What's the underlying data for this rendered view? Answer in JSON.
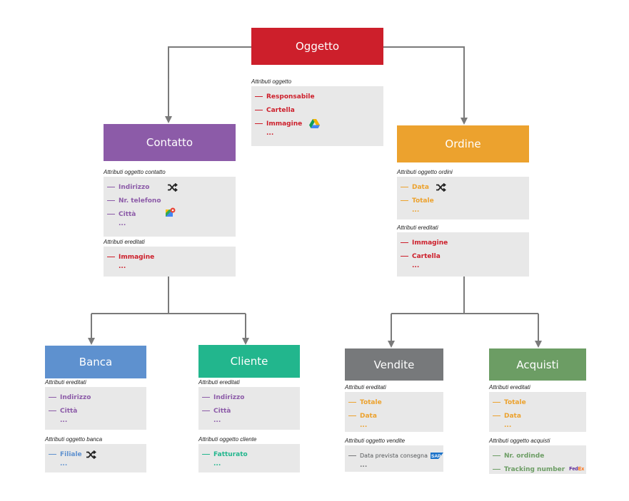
{
  "colors": {
    "oggetto": "#cd1f2b",
    "contatto": "#8c5ba8",
    "ordine": "#eca22e",
    "banca": "#5e91cf",
    "cliente": "#22b68d",
    "vendite": "#77797b",
    "acquisti": "#6c9d64",
    "panel": "#e8e8e8",
    "connector": "#7a7a7a"
  },
  "oggetto": {
    "title": "Oggetto",
    "section_label": "Attributi oggetto",
    "items": [
      "Responsabile",
      "Cartella",
      "Immagine"
    ],
    "more": "...",
    "icon": "google-drive-icon"
  },
  "contatto": {
    "title": "Contatto",
    "own_label": "Attributi oggetto contatto",
    "own_items": [
      "Indirizzo",
      "Nr. telefono",
      "Città"
    ],
    "own_more": "...",
    "inherited_label": "Attributi ereditati",
    "inherited_items": [
      "Immagine"
    ],
    "inherited_more": "...",
    "icons": [
      "shuffle-icon",
      "google-maps-icon"
    ]
  },
  "ordine": {
    "title": "Ordine",
    "own_label": "Attributi oggetto ordini",
    "own_items": [
      "Data",
      "Totale"
    ],
    "own_more": "...",
    "inherited_label": "Attributi ereditati",
    "inherited_items": [
      "Immagine",
      "Cartella"
    ],
    "inherited_more": "...",
    "icons": [
      "shuffle-icon"
    ]
  },
  "banca": {
    "title": "Banca",
    "inherited_label": "Attributi ereditati",
    "inherited_items": [
      "Indirizzo",
      "Città"
    ],
    "inherited_more": "...",
    "own_label": "Attributi oggetto banca",
    "own_items": [
      "Filiale"
    ],
    "own_more": "...",
    "icons": [
      "shuffle-icon"
    ]
  },
  "cliente": {
    "title": "Cliente",
    "inherited_label": "Attributi ereditati",
    "inherited_items": [
      "Indirizzo",
      "Città"
    ],
    "inherited_more": "...",
    "own_label": "Attributi oggetto cliente",
    "own_items": [
      "Fatturato"
    ],
    "own_more": "..."
  },
  "vendite": {
    "title": "Vendite",
    "inherited_label": "Attributi ereditati",
    "inherited_items": [
      "Totale",
      "Data"
    ],
    "inherited_more": "...",
    "own_label": "Attributi oggetto vendite",
    "own_items": [
      "Data prevista consegna"
    ],
    "own_more": "...",
    "sap_logo": "SAP"
  },
  "acquisti": {
    "title": "Acquisti",
    "inherited_label": "Attributi ereditati",
    "inherited_items": [
      "Totale",
      "Data"
    ],
    "inherited_more": "...",
    "own_label": "Attributi oggetto acquisti",
    "own_items": [
      "Nr. ordinde",
      "Tracking number"
    ],
    "fedex_logo_a": "Fed",
    "fedex_logo_b": "Ex"
  }
}
